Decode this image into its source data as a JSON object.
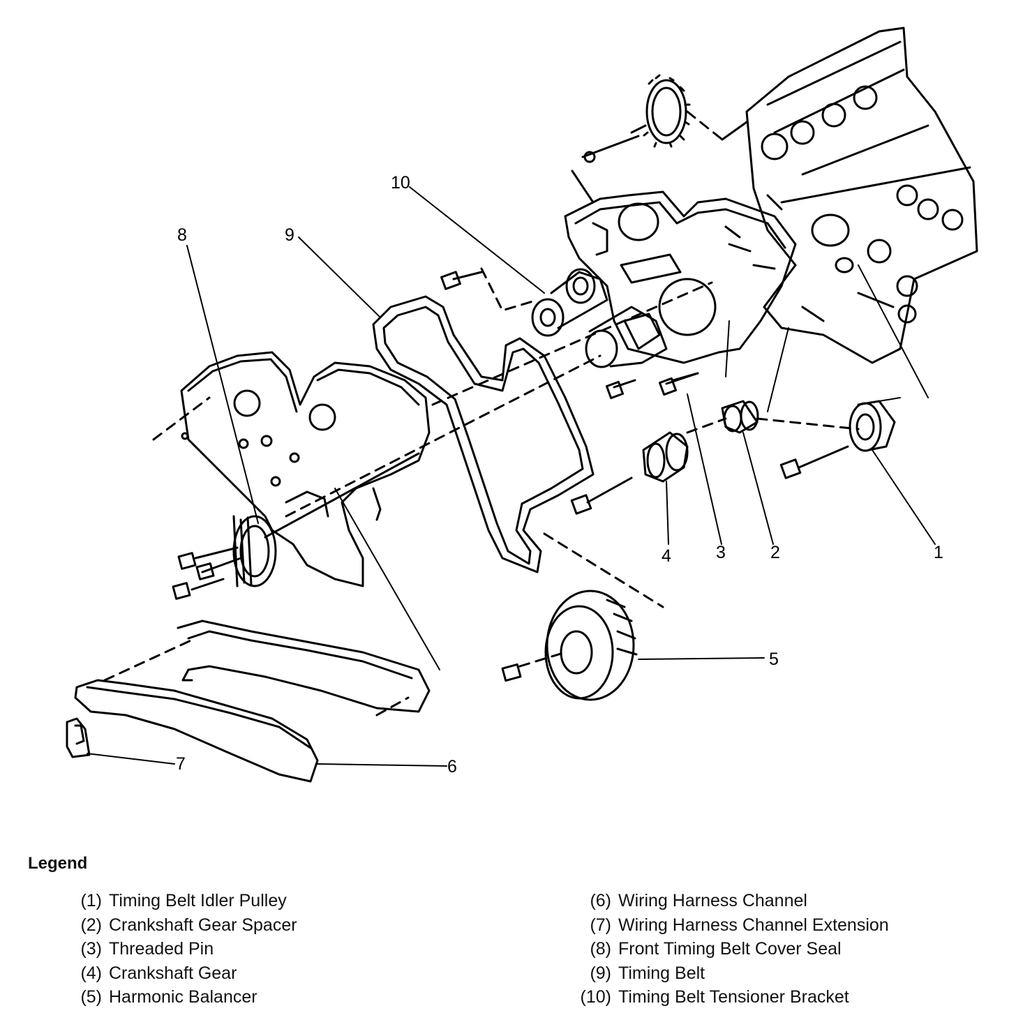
{
  "callouts": {
    "c1": "1",
    "c2": "2",
    "c3": "3",
    "c4": "4",
    "c5": "5",
    "c6": "6",
    "c7": "7",
    "c8": "8",
    "c9": "9",
    "c10": "10"
  },
  "legend": {
    "title": "Legend",
    "items": [
      {
        "num": "(1)",
        "label": "Timing Belt Idler Pulley"
      },
      {
        "num": "(2)",
        "label": "Crankshaft Gear Spacer"
      },
      {
        "num": "(3)",
        "label": "Threaded Pin"
      },
      {
        "num": "(4)",
        "label": "Crankshaft Gear"
      },
      {
        "num": "(5)",
        "label": "Harmonic Balancer"
      },
      {
        "num": "(6)",
        "label": "Wiring Harness Channel"
      },
      {
        "num": "(7)",
        "label": "Wiring Harness Channel Extension"
      },
      {
        "num": "(8)",
        "label": "Front Timing Belt Cover Seal"
      },
      {
        "num": "(9)",
        "label": "Timing Belt"
      },
      {
        "num": "(10)",
        "label": "Timing Belt Tensioner Bracket"
      }
    ]
  }
}
